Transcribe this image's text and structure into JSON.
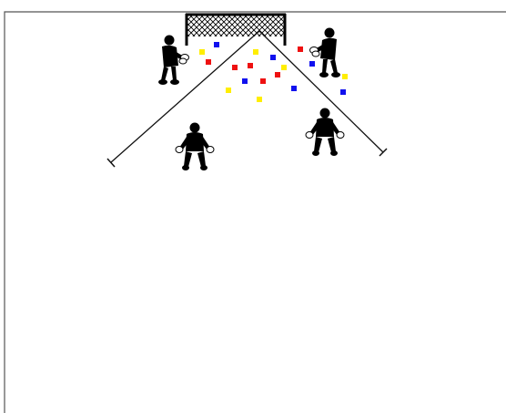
{
  "colors": {
    "background": "#ffffff",
    "border": "#555555",
    "line": "#111111",
    "goal_frame": "#000000",
    "net": "#000000",
    "player_body": "#000000",
    "glove": "#ffffff",
    "marker_red": "#ee1111",
    "marker_blue": "#1111ee",
    "marker_yellow": "#ffee00"
  },
  "diagram": {
    "goal": {
      "icon": "goal-net-icon"
    },
    "players": [
      {
        "id": "goalkeeper-left",
        "icon": "goalkeeper-icon"
      },
      {
        "id": "goalkeeper-right",
        "icon": "goalkeeper-icon"
      },
      {
        "id": "player-front-left",
        "icon": "player-crouching-icon"
      },
      {
        "id": "player-front-right",
        "icon": "player-crouching-icon"
      }
    ],
    "markers": [
      {
        "color": "red"
      },
      {
        "color": "blue"
      },
      {
        "color": "yellow"
      }
    ]
  }
}
